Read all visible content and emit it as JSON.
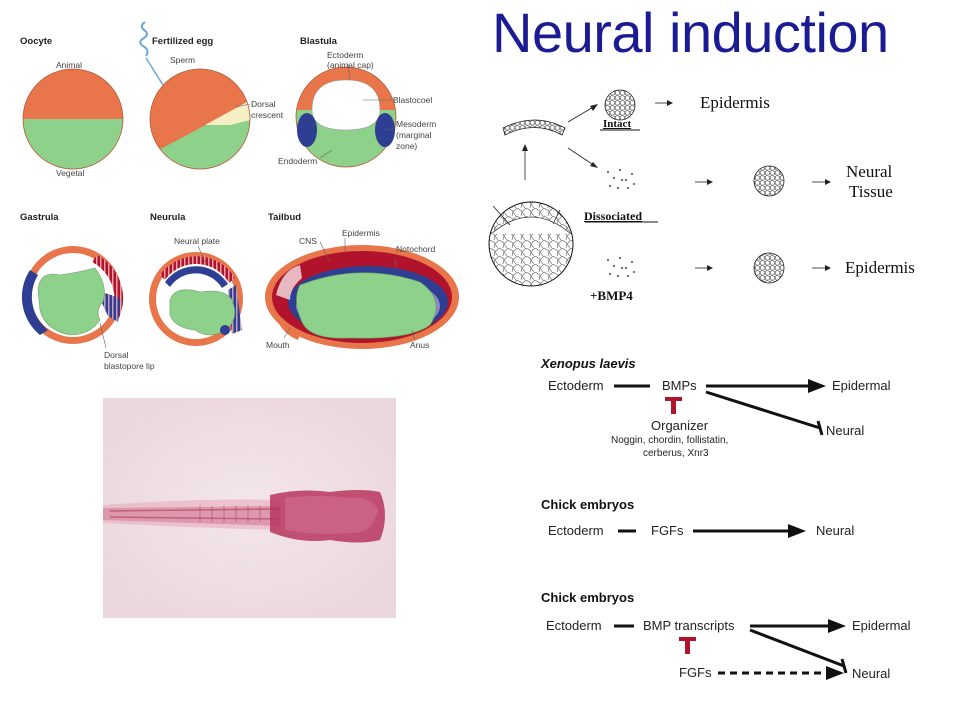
{
  "title": "Neural induction",
  "stages": {
    "oocyte": {
      "header": "Oocyte",
      "animal": "Animal",
      "vegetal": "Vegetal"
    },
    "fertilized": {
      "header": "Fertilized egg",
      "sperm": "Sperm",
      "dorsal_crescent_1": "Dorsal",
      "dorsal_crescent_2": "crescent"
    },
    "blastula": {
      "header": "Blastula",
      "ectoderm_1": "Ectoderm",
      "ectoderm_2": "(animal cap)",
      "blastocoel": "Blastocoel",
      "mesoderm_1": "Mesoderm",
      "mesoderm_2": "(marginal",
      "mesoderm_3": "zone)",
      "endoderm": "Endoderm"
    },
    "gastrula": {
      "header": "Gastrula",
      "lip_1": "Dorsal",
      "lip_2": "blastopore lip"
    },
    "neurula": {
      "header": "Neurula",
      "neural_plate": "Neural plate"
    },
    "tailbud": {
      "header": "Tailbud",
      "cns": "CNS",
      "epidermis": "Epidermis",
      "notochord": "Notochord",
      "mouth": "Mouth",
      "anus": "Anus"
    }
  },
  "animal_cap": {
    "intact": "Intact",
    "dissociated": "Dissociated",
    "bmp4": "+BMP4",
    "epidermis_1": "Epidermis",
    "neural_1": "Neural",
    "neural_2": "Tissue",
    "epidermis_2": "Epidermis"
  },
  "pathways": {
    "xenopus": {
      "header": "Xenopus laevis",
      "ectoderm": "Ectoderm",
      "bmps": "BMPs",
      "epidermal": "Epidermal",
      "neural": "Neural",
      "organizer": "Organizer",
      "factors_1": "Noggin, chordin, follistatin,",
      "factors_2": "cerberus, Xnr3"
    },
    "chick_1": {
      "header": "Chick embryos",
      "ectoderm": "Ectoderm",
      "fgfs": "FGFs",
      "neural": "Neural"
    },
    "chick_2": {
      "header": "Chick embryos",
      "ectoderm": "Ectoderm",
      "bmp_transcripts": "BMP transcripts",
      "epidermal": "Epidermal",
      "fgfs": "FGFs",
      "neural": "Neural"
    }
  },
  "colors": {
    "title": "#1b1c93",
    "ectoderm_orange": "#e8764a",
    "endoderm_green": "#8ed18a",
    "mesoderm_blue": "#2e3f93",
    "neural_red": "#b0132b",
    "inhibit_red": "#b0132b"
  }
}
